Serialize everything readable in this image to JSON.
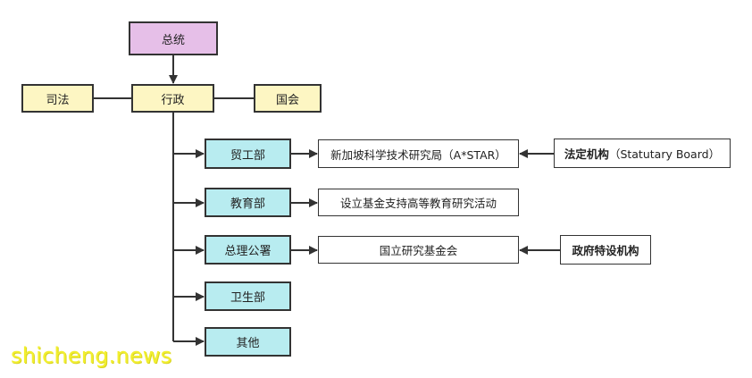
{
  "nodes": {
    "president": "总统",
    "judiciary": "司法",
    "executive": "行政",
    "parliament": "国会",
    "mti": "贸工部",
    "moe": "教育部",
    "pmo": "总理公署",
    "moh": "卫生部",
    "others": "其他",
    "astar": "新加坡科学技术研究局（A*STAR）",
    "fund": "设立基金支持高等教育研究活动",
    "nrf": "国立研究基金会",
    "statutory_board_strong": "法定机构",
    "statutory_board_rest": "（Statutary Board）",
    "gov_agency": "政府特设机构"
  },
  "watermark": "shicheng.news",
  "colors": {
    "president_fill": "#e6bfe8",
    "branch_fill": "#fdf6c3",
    "ministry_fill": "#b8ecf0",
    "line": "#333333",
    "watermark": "#f2ef2f"
  }
}
